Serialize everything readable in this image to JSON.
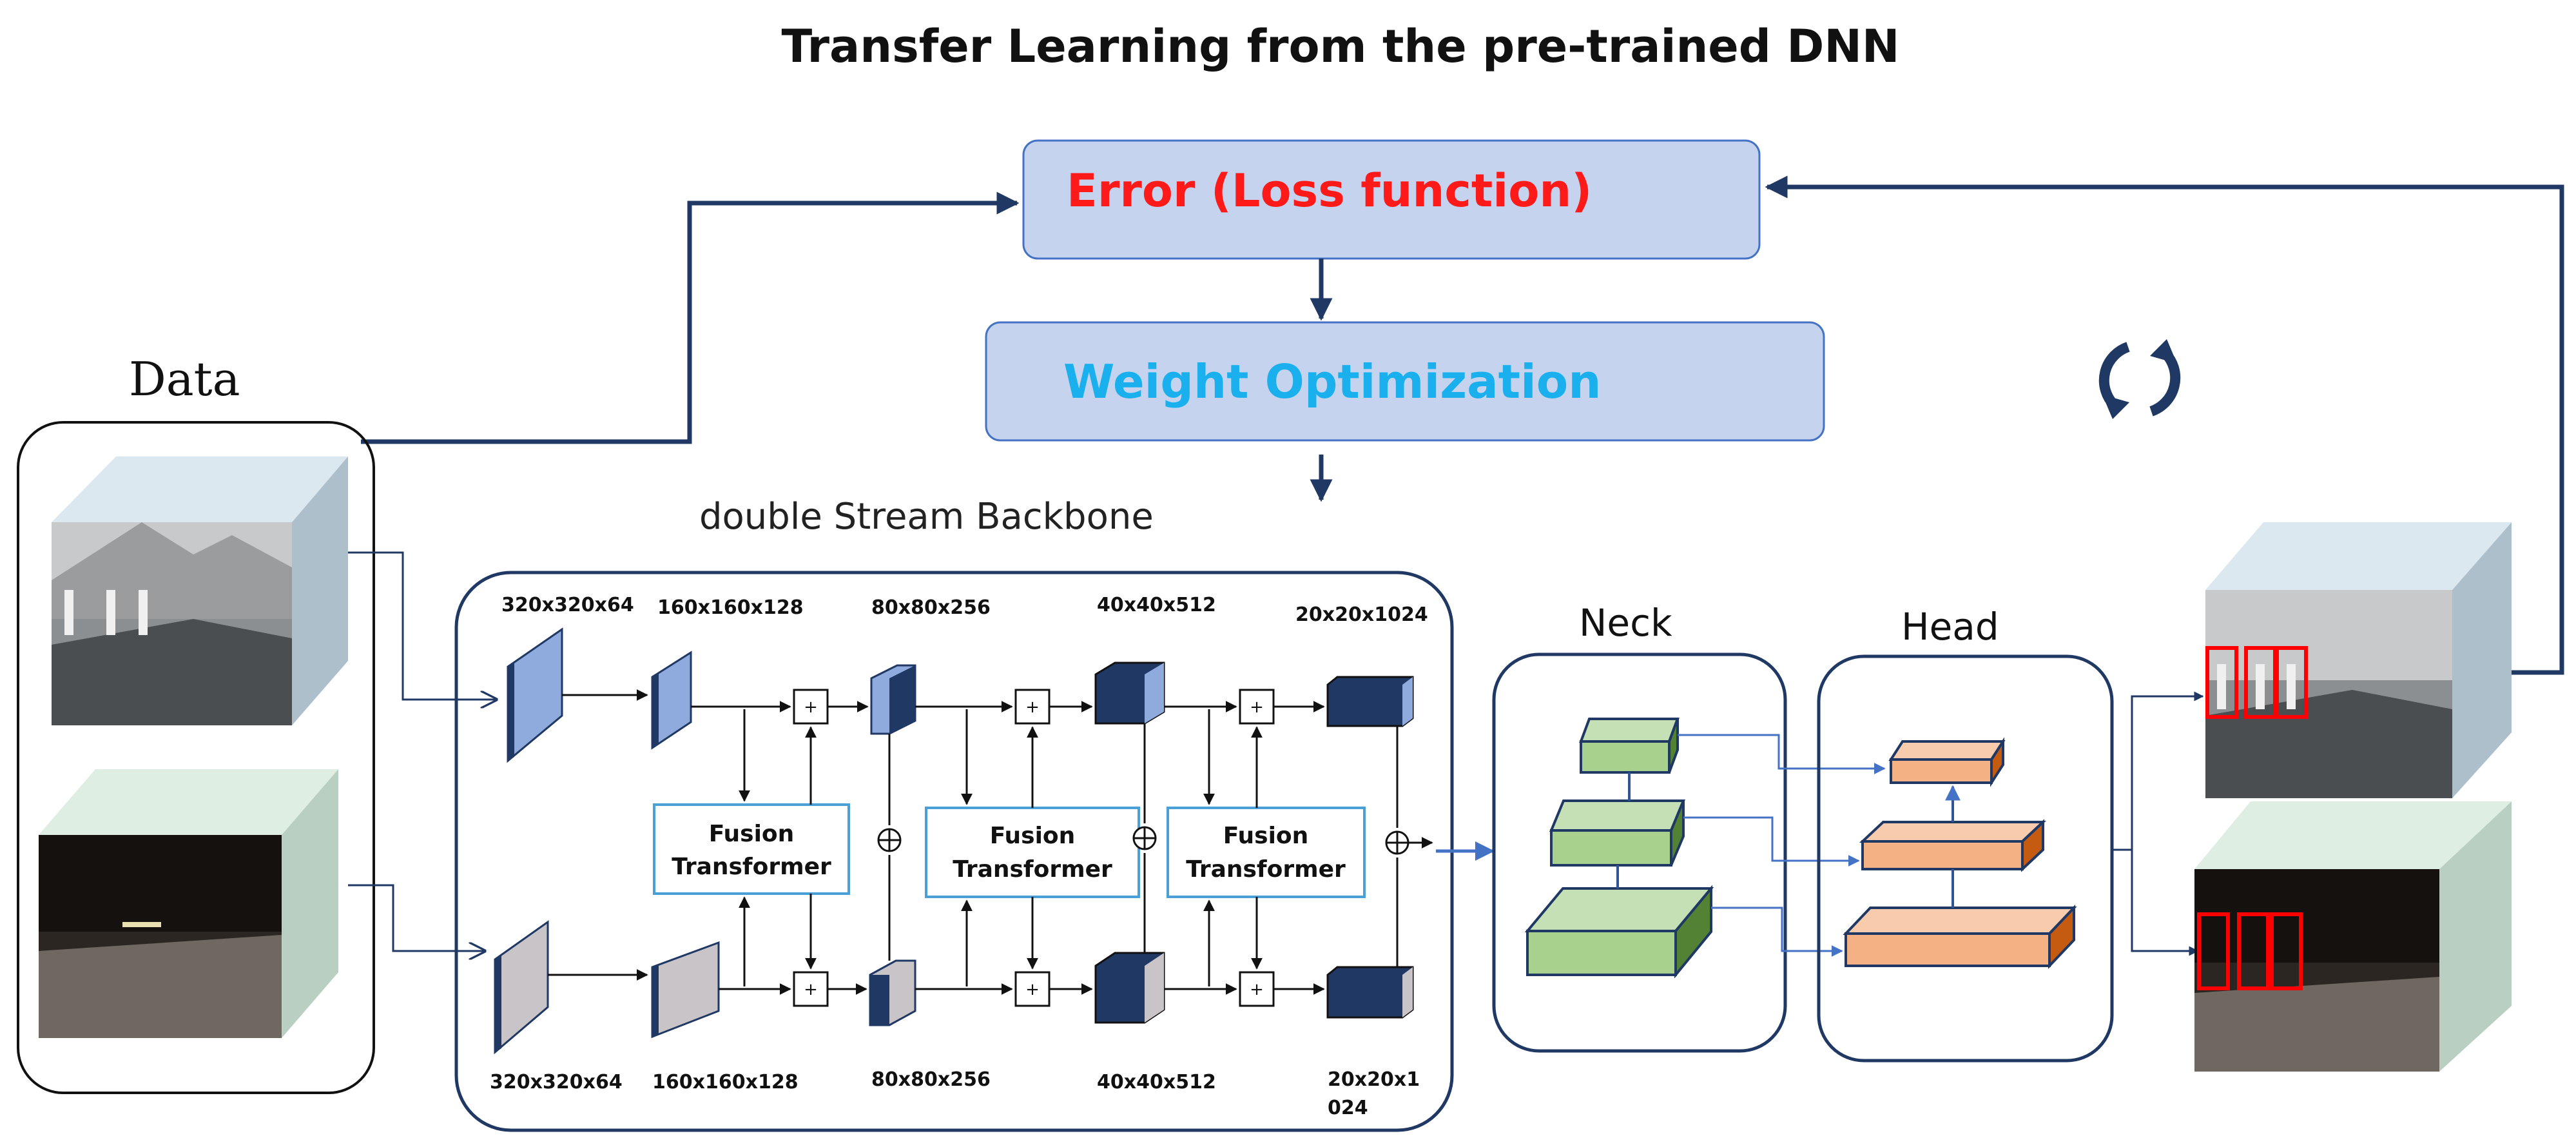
{
  "title": "Transfer Learning from the pre-trained DNN",
  "loss_box": {
    "label": "Error (Loss function)"
  },
  "optim_box": {
    "label": "Weight Optimization"
  },
  "data": {
    "label": "Data"
  },
  "backbone": {
    "label": "double Stream Backbone",
    "top_dims": [
      "320x320x64",
      "160x160x128",
      "80x80x256",
      "40x40x512",
      "20x20x1024"
    ],
    "bottom_dims": [
      "320x320x64",
      "160x160x128",
      "80x80x256",
      "40x40x512",
      "20x20x1",
      "024"
    ],
    "fusion": [
      {
        "line1": "Fusion",
        "line2": "Transformer"
      },
      {
        "line1": "Fusion",
        "line2": "Transformer"
      },
      {
        "line1": "Fusion",
        "line2": "Transformer"
      }
    ],
    "plus_symbol": "+"
  },
  "neck": {
    "label": "Neck"
  },
  "head": {
    "label": "Head"
  },
  "icons": {
    "cycle": "cycle-arrows-icon"
  },
  "colors": {
    "navy": "#1f3864",
    "box_fill": "#c5d3ee",
    "box_stroke": "#4472c4",
    "green": "#a9d18e",
    "orange": "#f4b183",
    "red": "#ff0000",
    "cyan": "#1ab0ee"
  }
}
